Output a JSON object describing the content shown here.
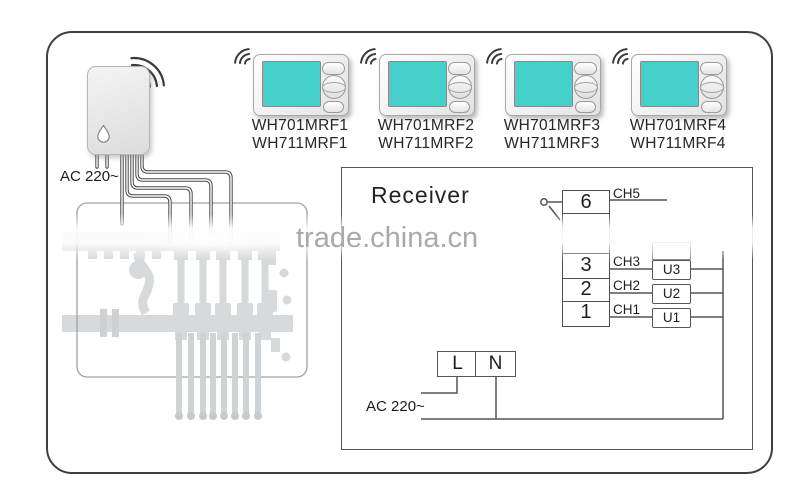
{
  "transmitter": {
    "ac_label": "AC 220~"
  },
  "thermostats": [
    {
      "model_line1": "WH701MRF1",
      "model_line2": "WH711MRF1"
    },
    {
      "model_line1": "WH701MRF2",
      "model_line2": "WH711MRF2"
    },
    {
      "model_line1": "WH701MRF3",
      "model_line2": "WH711MRF3"
    },
    {
      "model_line1": "WH701MRF4",
      "model_line2": "WH711MRF4"
    }
  ],
  "receiver": {
    "title": "Receiver",
    "ac_label": "AC 220~",
    "terminals": {
      "l": "L",
      "n": "N"
    },
    "channels": [
      {
        "num": "6",
        "ch": "CH5"
      },
      {
        "num": "3",
        "ch": "CH3",
        "u": "U3"
      },
      {
        "num": "2",
        "ch": "CH2",
        "u": "U2"
      },
      {
        "num": "1",
        "ch": "CH1",
        "u": "U1"
      }
    ]
  },
  "watermark": {
    "text": "trade.china.cn"
  },
  "colors": {
    "screen_cyan": "#46d0cb",
    "line": "#4a4a4a",
    "art_gray": "#d7dadc",
    "watermark_gray": "#a9a9a9"
  }
}
